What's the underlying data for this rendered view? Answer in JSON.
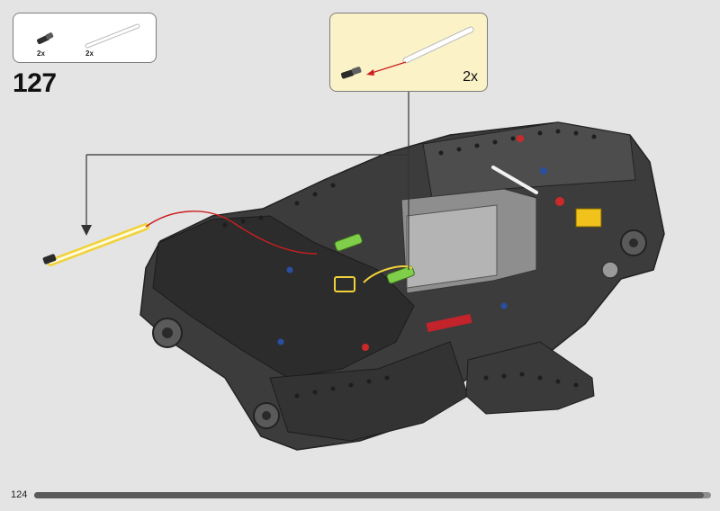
{
  "parts_list": {
    "items": [
      {
        "icon": "black-axle-pin-icon",
        "qty": "2x"
      },
      {
        "icon": "white-axle-icon",
        "qty": "2x"
      }
    ]
  },
  "step": {
    "number": "127"
  },
  "callout": {
    "qty": "2x",
    "icon": "axle-pin-insert-icon"
  },
  "page": {
    "number": "124"
  },
  "progress": {
    "fraction": 0.99
  },
  "colors": {
    "background": "#e4e4e4",
    "callout_bg": "#fbf2c7",
    "highlight": "#f1d23a",
    "arrow": "#cc1f1f"
  }
}
